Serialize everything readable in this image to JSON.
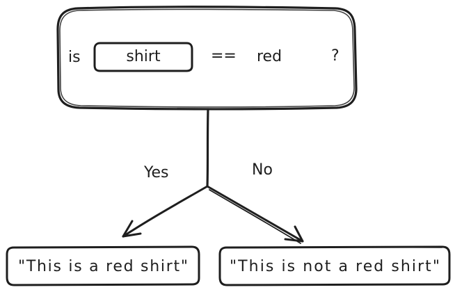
{
  "condition": {
    "prefix": "is",
    "variable": "shirt",
    "operator": "==",
    "value": "red",
    "suffix": "?"
  },
  "branches": {
    "yes_label": "Yes",
    "no_label": "No"
  },
  "outcomes": {
    "yes_text": "\"This is a red shirt\"",
    "no_text": "\"This is not a red shirt\""
  }
}
